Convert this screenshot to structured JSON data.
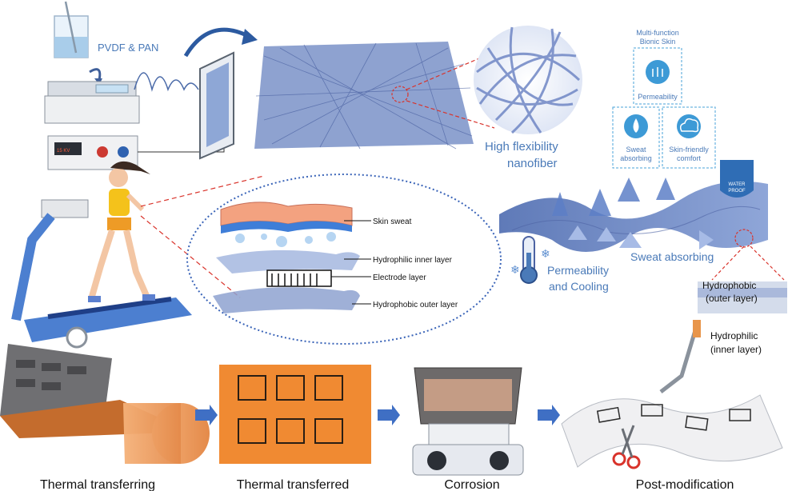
{
  "top": {
    "solution_label": "PVDF & PAN",
    "voltage_display": "15 KV",
    "nanofiber_caption_line1": "High flexibility",
    "nanofiber_caption_line2": "nanofiber"
  },
  "bionic_skin": {
    "title_line1": "Multi-function",
    "title_line2": "Bionic Skin",
    "permeability": "Permeability",
    "sweat_line1": "Sweat",
    "sweat_line2": "absorbing",
    "skin_line1": "Skin-friendly",
    "skin_line2": "comfort",
    "waterproof_line1": "WATER",
    "waterproof_line2": "PROOF"
  },
  "layers": {
    "skin_sweat": "Skin sweat",
    "hydrophilic_inner": "Hydrophilic inner layer",
    "electrode": "Electrode layer",
    "hydrophobic_outer": "Hydrophobic outer layer"
  },
  "membrane": {
    "permeability_line1": "Permeability",
    "permeability_line2": "and Cooling",
    "sweat_absorbing": "Sweat absorbing",
    "hydrophobic_line1": "Hydrophobic",
    "hydrophobic_line2": "(outer layer)",
    "hydrophilic_line1": "Hydrophilic",
    "hydrophilic_line2": "(inner layer)"
  },
  "process_steps": [
    "Thermal transferring",
    "Thermal transferred",
    "Corrosion",
    "Post-modification"
  ],
  "colors": {
    "label_blue": "#4a7ab8",
    "fiber_blue": "#7d93c9",
    "orange": "#f08a32",
    "red_dash": "#d9332b",
    "dotted_blue": "#3a64b8"
  }
}
